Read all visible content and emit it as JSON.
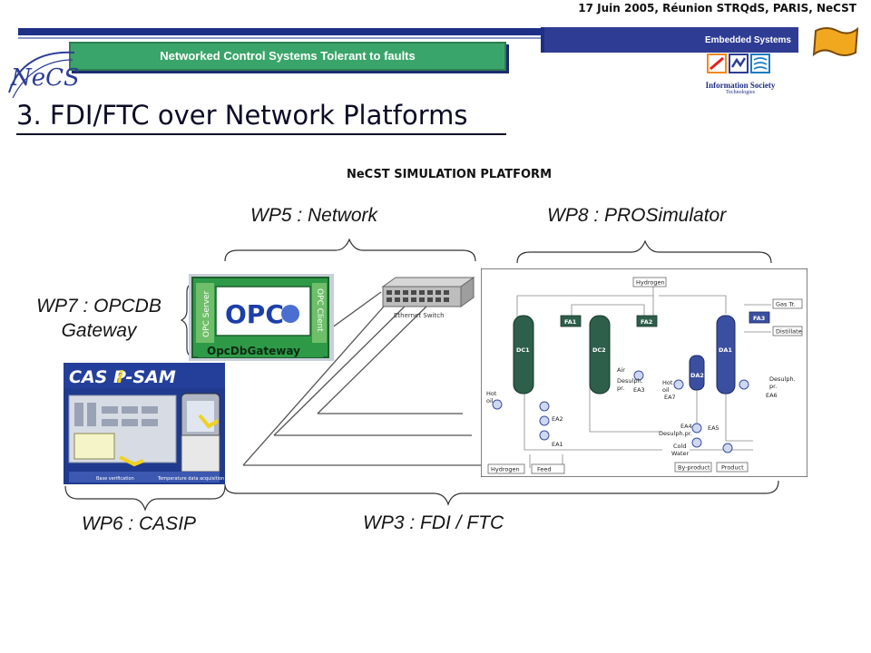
{
  "header": {
    "meeting_line": "17 Juin 2005, Réunion STRQdS, PARIS, NeCST",
    "section_label": "Embedded Systems",
    "project_banner": "Networked Control Systems Tolerant to faults",
    "logo_text": "NeCST",
    "ist_logo_line1": "Information Society",
    "ist_logo_line2": "Technologies"
  },
  "slide": {
    "title": "3. FDI/FTC over Network Platforms",
    "subtitle": "NeCST SIMULATION PLATFORM"
  },
  "labels": {
    "wp5": "WP5 : Network",
    "wp8": "WP8 : PROSimulator",
    "wp7_line1": "WP7 : OPCDB",
    "wp7_line2": "Gateway",
    "wp6": "WP6 : CASIP",
    "wp3": "WP3 : FDI / FTC"
  },
  "opc_image": {
    "opc_text": "OPC",
    "server_label": "OPC Server",
    "client_label": "OPC Client",
    "gateway_label": "OpcDbGateway"
  },
  "switch_image": {
    "caption": "Ethernet Switch"
  },
  "casip_image": {
    "title": "CAS P-SAM",
    "title_i": "i",
    "button_left": "Base verification",
    "button_right": "Temperature data acquisition"
  },
  "process_diagram": {
    "hydrogen_top": "Hydrogen",
    "gas": "Gas Tr.",
    "distillate": "Distillate",
    "fa1": "FA1",
    "fa2": "FA2",
    "fa3": "FA3",
    "dc1": "DC1",
    "dc2": "DC2",
    "da1": "DA1",
    "da2": "DA2",
    "air": "Air",
    "desulph_left": "Desulph.",
    "desulph_left2": "pr.",
    "ea3": "EA3",
    "hot_oil_left": "Hot",
    "hot_oil_left2": "oil",
    "ea2": "EA2",
    "ea1": "EA1",
    "hot_oil_right": "Hot",
    "hot_oil_right2": "oil",
    "ea7": "EA7",
    "desulph_right": "Desulph.",
    "desulph_right2": "pr.",
    "ea6": "EA6",
    "ea4": "EA4",
    "ea5": "EA5",
    "desulph_bottom": "Desulph.pr.",
    "cold_water": "Cold",
    "cold_water2": "Water",
    "hydrogen_bottom": "Hydrogen",
    "feed": "Feed",
    "byproduct": "By-product",
    "product": "Product"
  },
  "colors": {
    "header_blue": "#1e2f86",
    "banner_green": "#3aa56a",
    "opc_green": "#2e9a48",
    "casip_blue": "#1f3a8e",
    "column_dark": "#2d5f4a",
    "column_blue": "#3a4fa0"
  }
}
